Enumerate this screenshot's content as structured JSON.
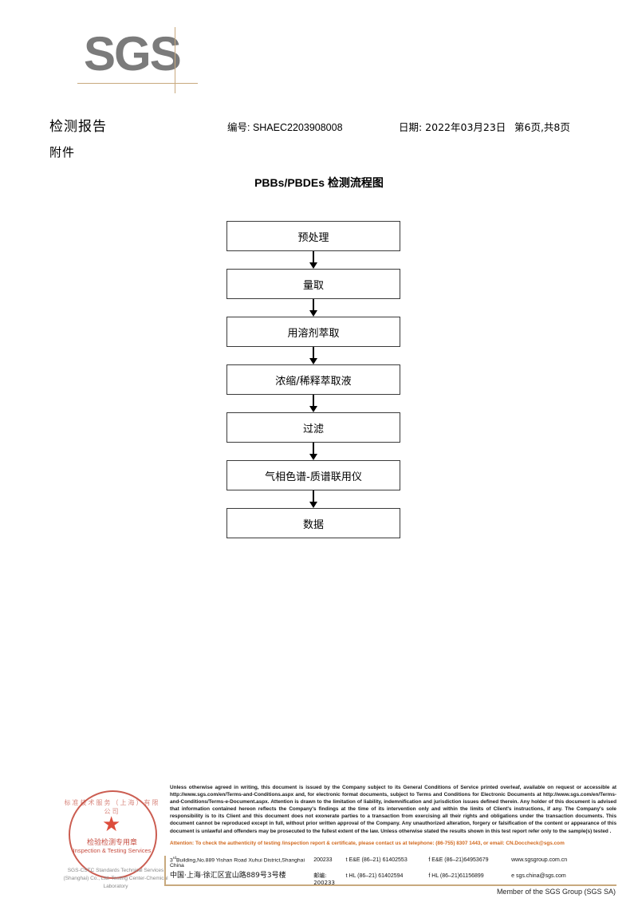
{
  "header": {
    "logo_text": "SGS",
    "doc_title": "检测报告",
    "doc_subtitle": "附件",
    "report_no": "编号: SHAEC2203908008",
    "report_date": "日期: 2022年03月23日",
    "page_info": "第6页,共8页"
  },
  "flow": {
    "title": "PBBs/PBDEs 检测流程图",
    "nodes": [
      {
        "label": "预处理"
      },
      {
        "label": "量取"
      },
      {
        "label": "用溶剂萃取"
      },
      {
        "label": "浓缩/稀释萃取液"
      },
      {
        "label": "过滤"
      },
      {
        "label": "气相色谱-质谱联用仪"
      },
      {
        "label": "数据"
      }
    ]
  },
  "stamp": {
    "arc_top": "标准技术服务（上海）有限公司",
    "star": "★",
    "cn_label": "检验检测专用章",
    "en_label": "Inspection & Testing Services",
    "company": "SGS-CSTC Standards Technical Services (Shanghai) Co., Ltd. Testing Center-Chemical Laboratory"
  },
  "footer": {
    "legal": "Unless otherwise agreed in writing, this document is issued by the Company subject to its General Conditions of Service printed overleaf, available on request or accessible at http://www.sgs.com/en/Terms-and-Conditions.aspx and, for electronic format documents, subject to Terms and Conditions for Electronic Documents at http://www.sgs.com/en/Terms-and-Conditions/Terms-e-Document.aspx. Attention is drawn to the limitation of liability, indemnification and jurisdiction issues defined therein. Any holder of this document is advised that information contained hereon reflects the Company's findings at the time of its intervention only and within the limits of Client's instructions, if any. The Company's sole responsibility is to its Client and this document does not exonerate parties to a transaction from exercising all their rights and obligations under the transaction documents. This document cannot be reproduced except in full, without prior written approval of the Company. Any unauthorized alteration, forgery or falsification of the content or appearance of this document is unlawful and offenders may be prosecuted to the fullest extent of the law. Unless otherwise stated the results shown in this test report refer only to the sample(s) tested .",
    "attention": "Attention: To check the authenticity of testing /inspection report & certificate, please contact us at telephone: (86-755) 8307 1443, or email: CN.Doccheck@sgs.com",
    "address_en": "Building,No.889 Yishan Road Xuhui District,Shanghai China",
    "address_en_prefix": "3",
    "address_en_sup": "rd",
    "address_cn": "中国·上海·徐汇区宜山路889号3号楼",
    "zip_en": "200233",
    "zip_cn_label": "邮编: 200233",
    "tel_ee": "t E&E (86–21) 61402553",
    "fax_ee": "f E&E (86–21)64953679",
    "tel_hl": "t HL (86–21) 61402594",
    "fax_hl": "f HL (86–21)61156899",
    "website": "www.sgsgroup.com.cn",
    "email": "e  sgs.china@sgs.com",
    "member": "Member of the SGS Group (SGS SA)"
  },
  "colors": {
    "brand_grey": "#7b7b7b",
    "rule_tan": "#c8a97e",
    "attention_orange": "#d2691e",
    "stamp_red": "#c0392b"
  }
}
